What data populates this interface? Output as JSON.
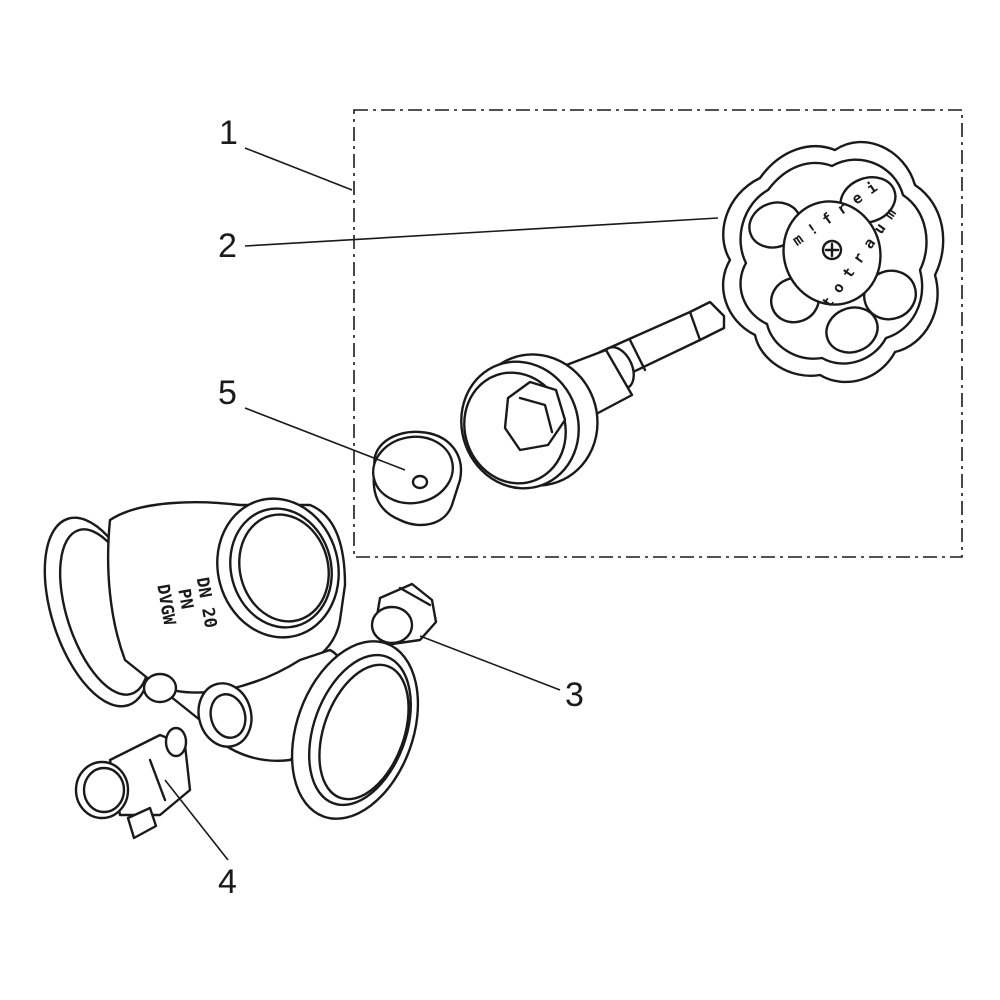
{
  "callouts": [
    {
      "id": "1",
      "text": "1"
    },
    {
      "id": "2",
      "text": "2"
    },
    {
      "id": "3",
      "text": "3"
    },
    {
      "id": "4",
      "text": "4"
    },
    {
      "id": "5",
      "text": "5"
    }
  ],
  "handwheel": {
    "hub_top": "m ! f r e i",
    "hub_bottom": "t o t r a u m"
  },
  "body_casting": {
    "line1": "DN 20",
    "line2": "PN",
    "line3": "DVGW"
  },
  "colors": {
    "line": "#1a1a1a",
    "background": "#ffffff"
  }
}
